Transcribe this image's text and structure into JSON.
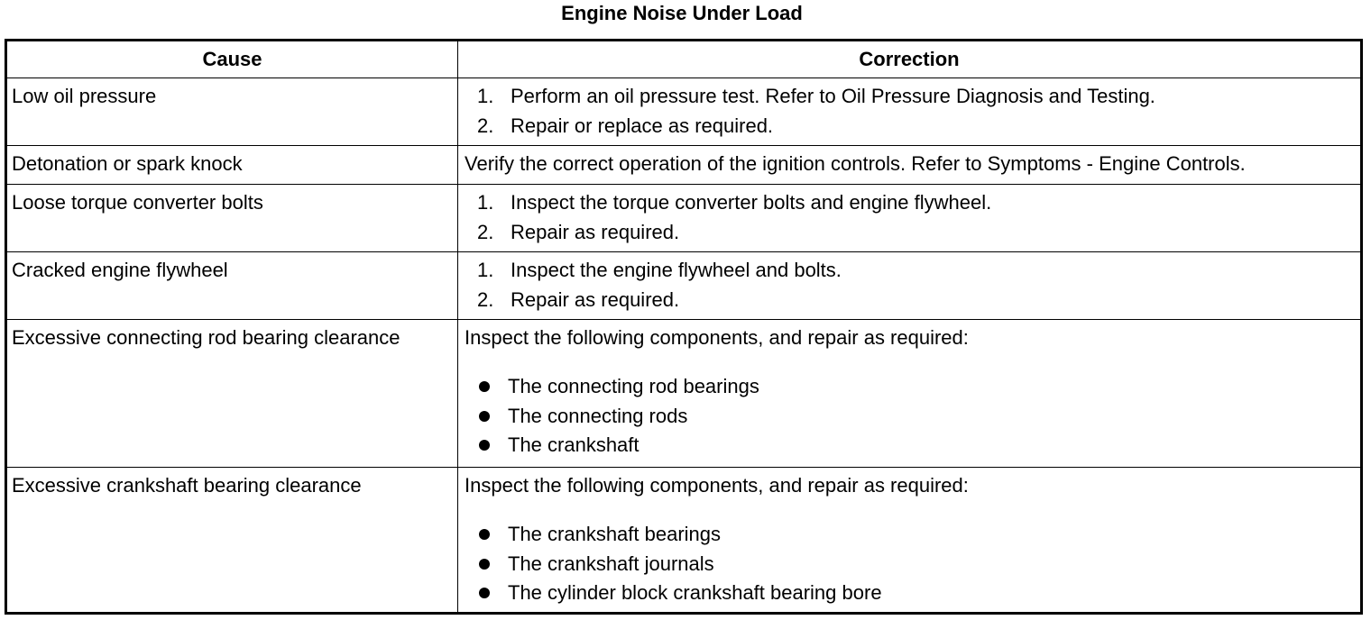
{
  "title": "Engine Noise Under Load",
  "headers": {
    "cause": "Cause",
    "correction": "Correction"
  },
  "rows": [
    {
      "cause": "Low oil pressure",
      "steps": [
        {
          "num": "1.",
          "text": "Perform an oil pressure test. Refer to Oil Pressure Diagnosis and Testing."
        },
        {
          "num": "2.",
          "text": "Repair or replace as required."
        }
      ]
    },
    {
      "cause": "Detonation or spark knock",
      "text": "Verify the correct operation of the ignition controls. Refer to Symptoms - Engine Controls."
    },
    {
      "cause": "Loose torque converter bolts",
      "steps": [
        {
          "num": "1.",
          "text": "Inspect the torque converter bolts and engine flywheel."
        },
        {
          "num": "2.",
          "text": "Repair as required."
        }
      ]
    },
    {
      "cause": "Cracked engine flywheel",
      "steps": [
        {
          "num": "1.",
          "text": "Inspect the engine flywheel and bolts."
        },
        {
          "num": "2.",
          "text": "Repair as required."
        }
      ]
    },
    {
      "cause": "Excessive connecting rod bearing clearance",
      "intro": "Inspect the following components, and repair as required:",
      "bullets": [
        "The connecting rod bearings",
        "The connecting rods",
        "The crankshaft"
      ]
    },
    {
      "cause": "Excessive crankshaft bearing clearance",
      "intro": "Inspect the following components, and repair as required:",
      "bullets": [
        "The crankshaft bearings",
        "The crankshaft journals",
        "The cylinder block crankshaft bearing bore"
      ]
    }
  ]
}
